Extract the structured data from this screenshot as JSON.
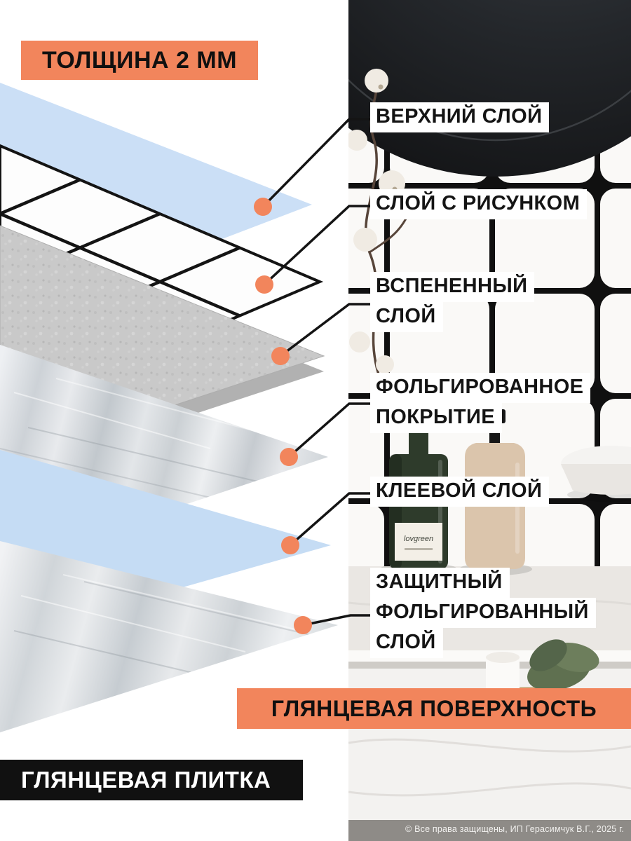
{
  "colors": {
    "accent": "#F2855C",
    "layer_blue": "#CBDFF6",
    "foam_gray": "#C9C9C9",
    "badge_black_bg": "#111111"
  },
  "badges": {
    "thickness": "ТОЛЩИНА 2 ММ",
    "glossy_surface": "ГЛЯНЦЕВАЯ ПОВЕРХНОСТЬ",
    "glossy_tile": "ГЛЯНЦЕВАЯ ПЛИТКА"
  },
  "layer_labels": [
    {
      "lines": [
        "ВЕРХНИЙ СЛОЙ"
      ]
    },
    {
      "lines": [
        "СЛОЙ С РИСУНКОМ"
      ]
    },
    {
      "lines": [
        "ВСПЕНЕННЫЙ",
        "СЛОЙ"
      ]
    },
    {
      "lines": [
        "ФОЛЬГИРОВАННОЕ",
        "ПОКРЫТИЕ"
      ]
    },
    {
      "lines": [
        "КЛЕЕВОЙ СЛОЙ"
      ]
    },
    {
      "lines": [
        "ЗАЩИТНЫЙ",
        "ФОЛЬГИРОВАННЫЙ",
        "СЛОЙ"
      ]
    }
  ],
  "photo": {
    "bottle_label": "lovgreen"
  },
  "footer": {
    "copyright": "© Все права защищены, ИП Герасимчук В.Г., 2025 г."
  }
}
